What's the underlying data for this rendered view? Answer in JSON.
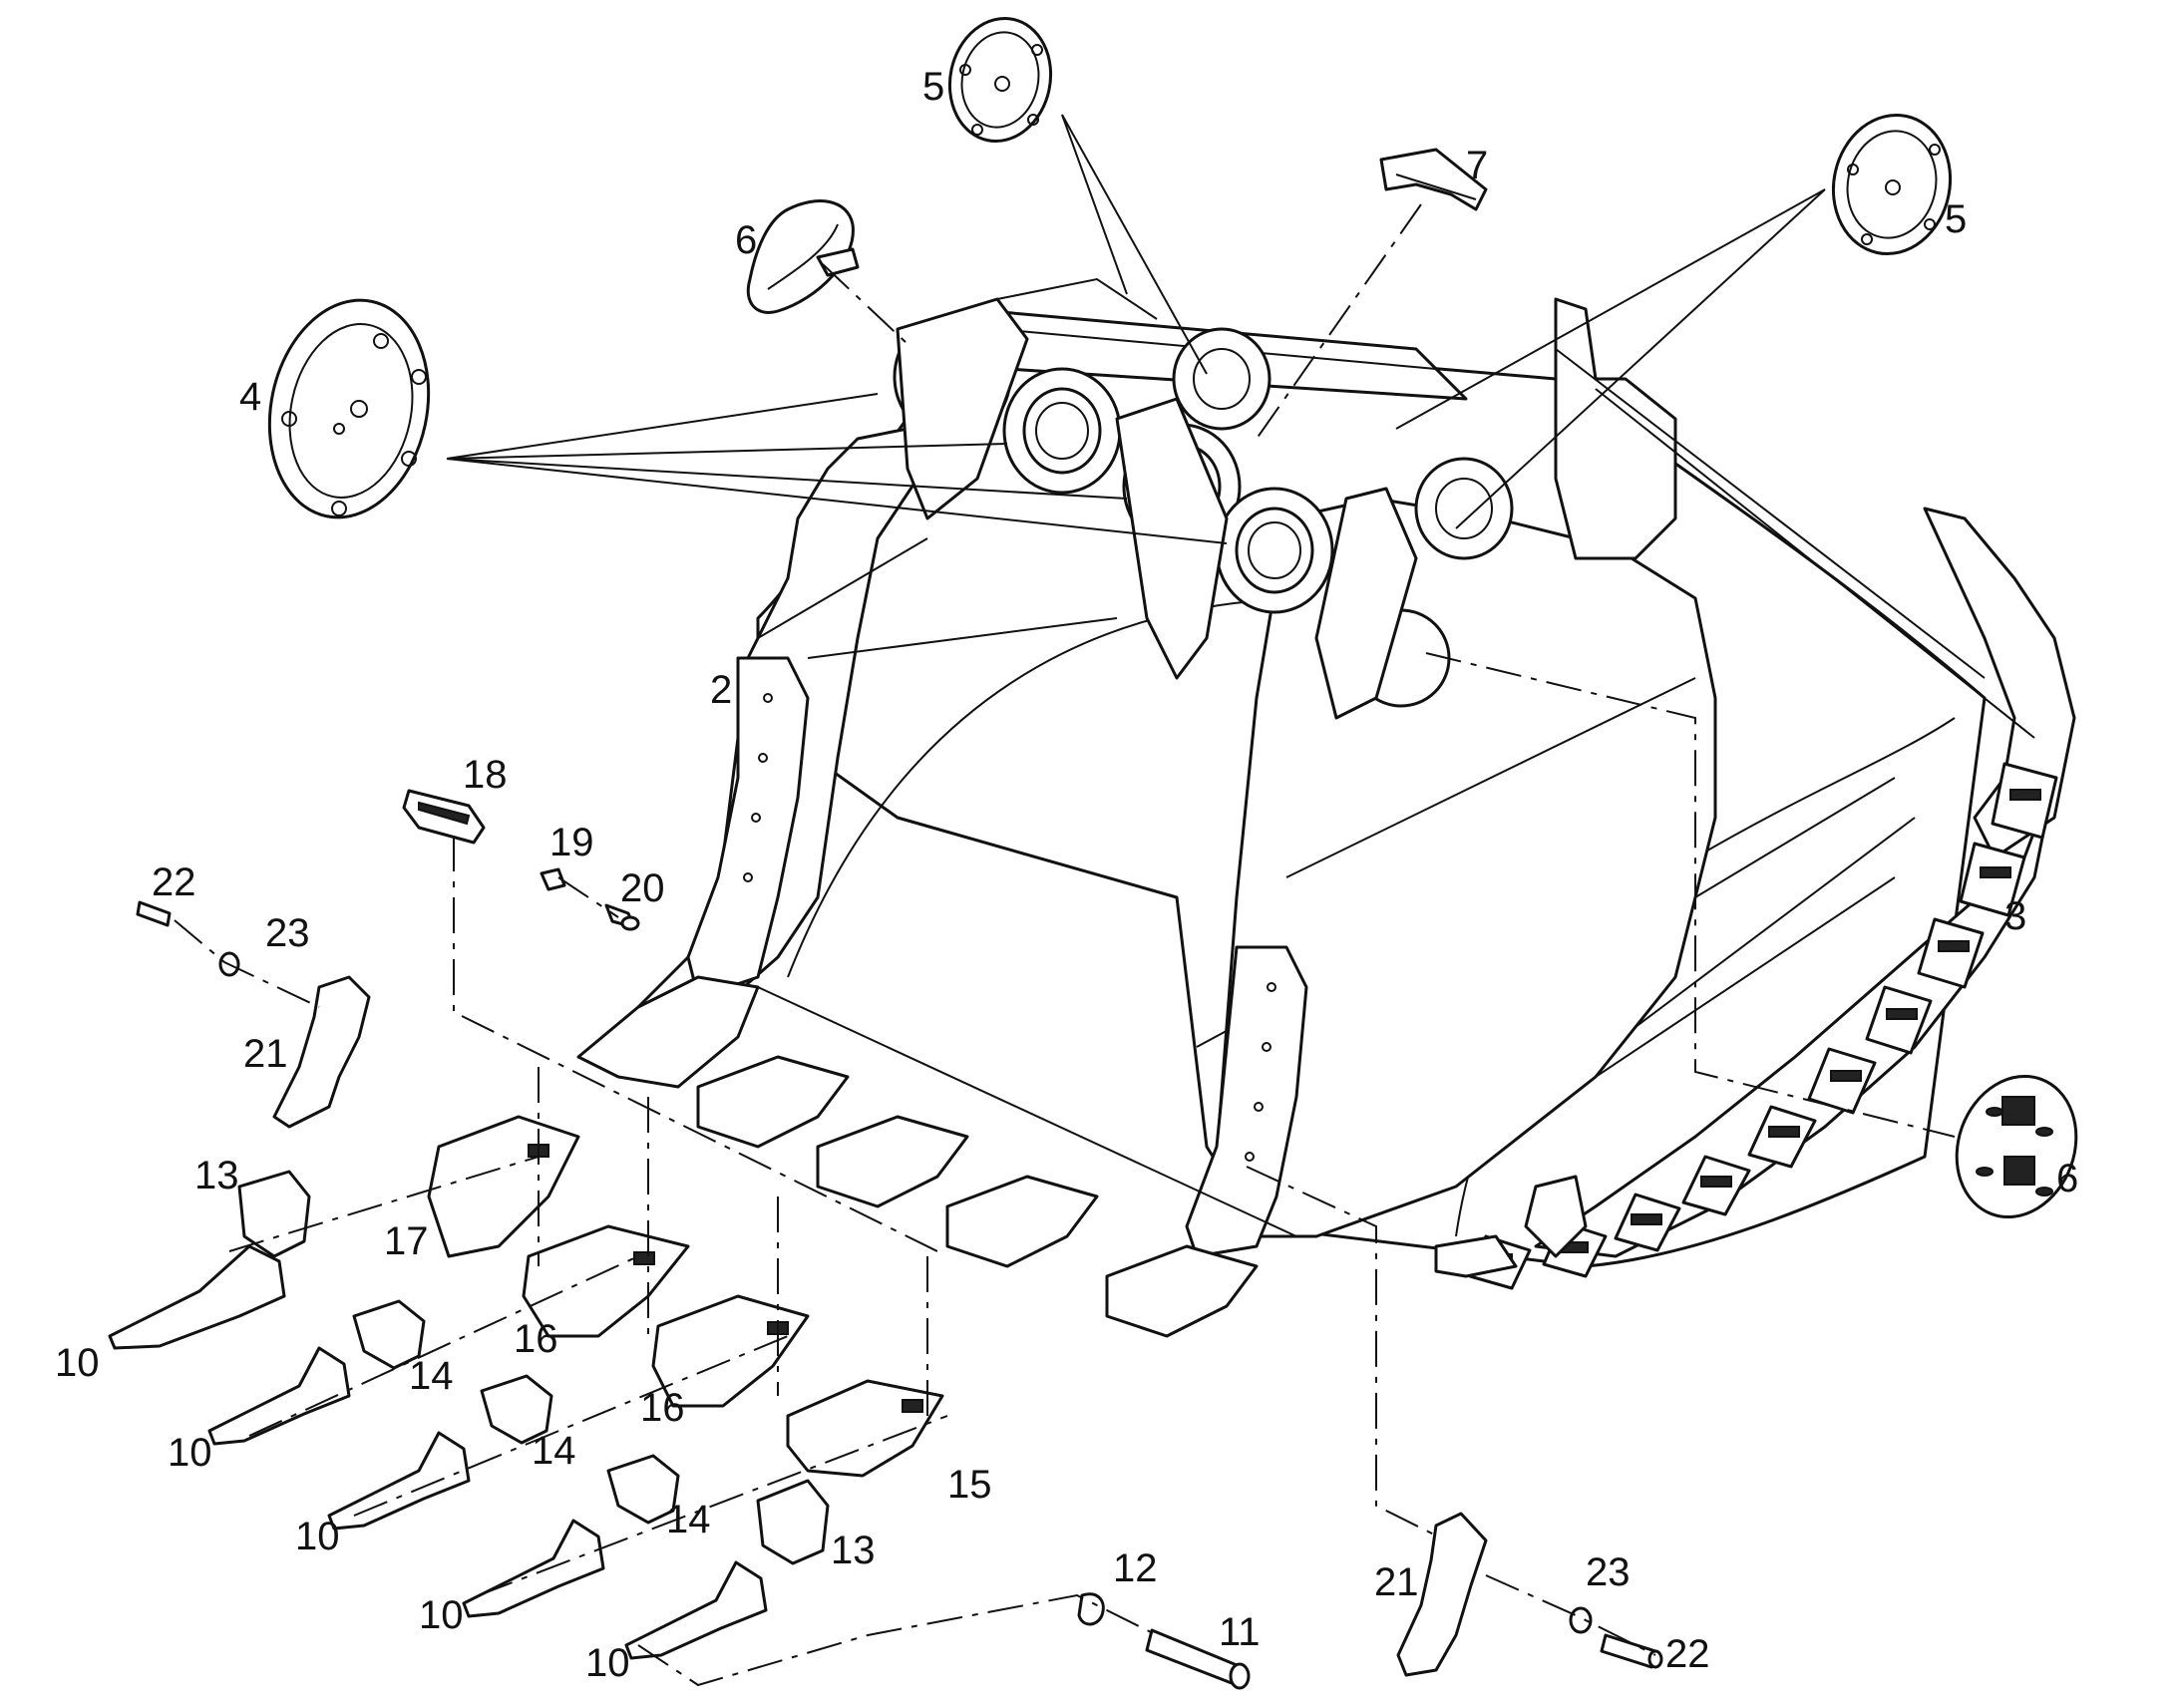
{
  "diagram": {
    "callouts": {
      "c2": "2",
      "c3": "3",
      "c4": "4",
      "c5a": "5",
      "c5b": "5",
      "c6a": "6",
      "c6b": "6",
      "c7": "7",
      "c10a": "10",
      "c10b": "10",
      "c10c": "10",
      "c10d": "10",
      "c10e": "10",
      "c11": "11",
      "c12": "12",
      "c13a": "13",
      "c13b": "13",
      "c14a": "14",
      "c14b": "14",
      "c14c": "14",
      "c15": "15",
      "c16a": "16",
      "c16b": "16",
      "c17": "17",
      "c18": "18",
      "c19": "19",
      "c20": "20",
      "c21a": "21",
      "c21b": "21",
      "c22a": "22",
      "c22b": "22",
      "c23a": "23",
      "c23b": "23"
    }
  }
}
